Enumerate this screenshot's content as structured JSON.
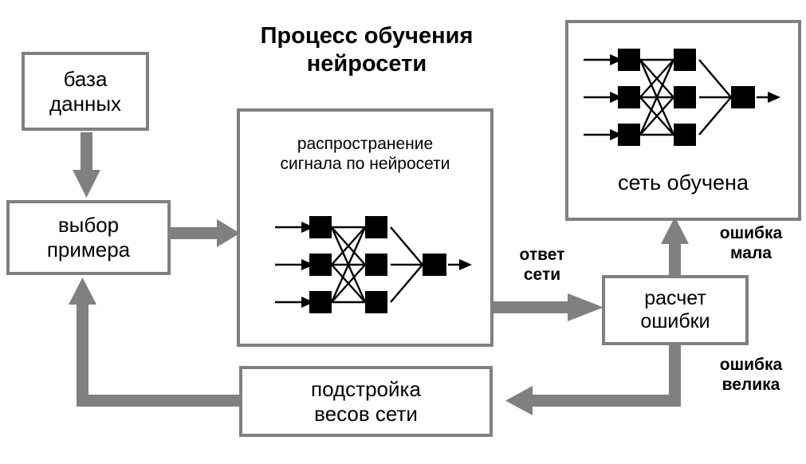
{
  "title": {
    "text": "Процесс обучения\nнейросети"
  },
  "colors": {
    "stroke_gray": "#808080",
    "node_black": "#000000",
    "box_fill": "#ffffff",
    "text": "#000000"
  },
  "boxes": {
    "database": {
      "label": "база\nданных"
    },
    "example_select": {
      "label": "выбор\nпримера"
    },
    "forward_pass": {
      "caption": "распространение\nсигнала по нейросети"
    },
    "trained_net": {
      "label": "сеть обучена"
    },
    "error_calc": {
      "label": "расчет\nошибки"
    },
    "weight_update": {
      "label": "подстройка\nвесов сети"
    }
  },
  "edge_labels": {
    "network_answer": "ответ\nсети",
    "error_small": "ошибка\nмала",
    "error_large": "ошибка\nвелика"
  },
  "network": {
    "input_nodes": 3,
    "hidden_nodes": 3,
    "output_nodes": 1
  }
}
